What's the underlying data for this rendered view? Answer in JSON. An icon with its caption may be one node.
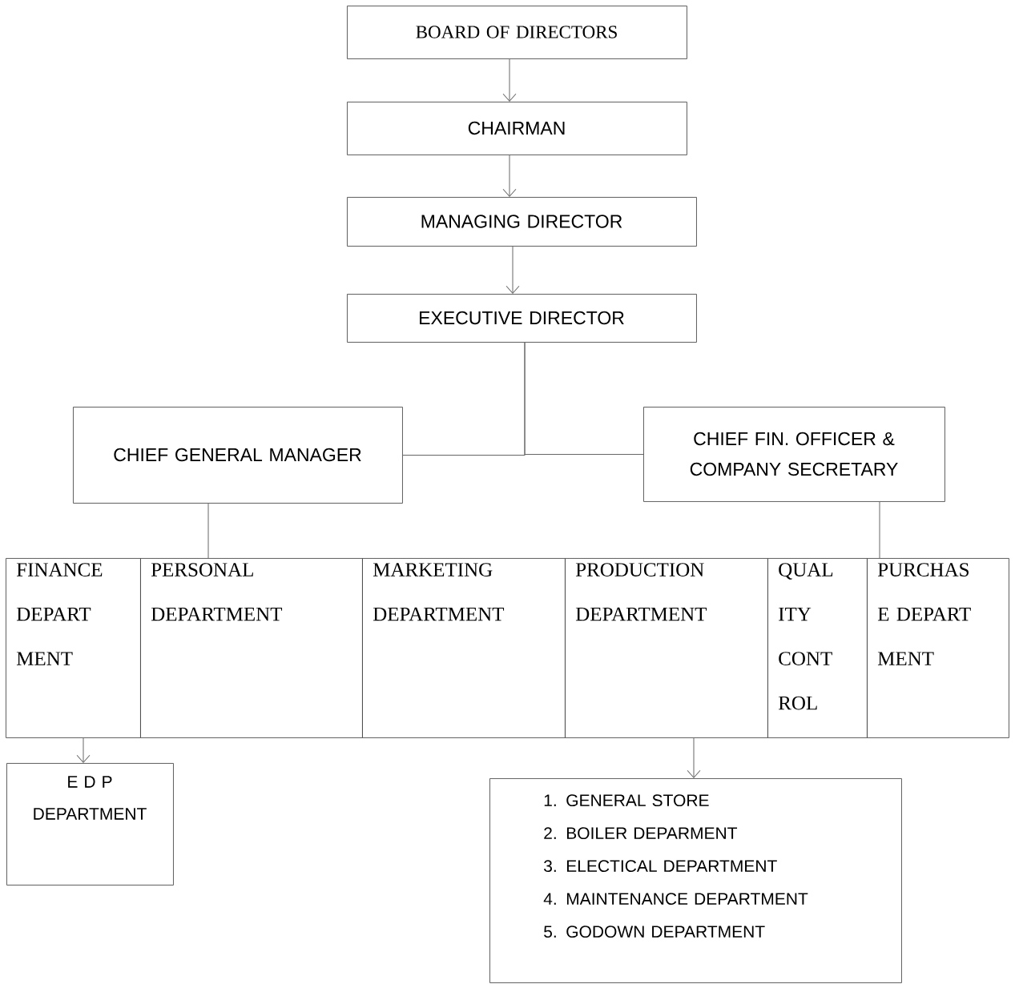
{
  "diagram": {
    "nodes": [
      {
        "text": [
          "BOARD OF DIRECTORS"
        ]
      },
      {
        "text": [
          "CHAIRMAN"
        ]
      },
      {
        "text": [
          "MANAGING DIRECTOR"
        ]
      },
      {
        "text": [
          "EXECUTIVE DIRECTOR"
        ]
      },
      {
        "text": [
          "CHIEF GENERAL MANAGER"
        ]
      },
      {
        "text": [
          "CHIEF FIN. OFFICER & COMPANY SECRETARY"
        ]
      },
      {
        "text": [
          "FINANCE DEPART MENT"
        ]
      },
      {
        "text": [
          "PERSONAL DEPARTMENT"
        ]
      },
      {
        "text": [
          "MARKETING DEPARTMENT"
        ]
      },
      {
        "text": [
          "PRODUCTION DEPARTMENT"
        ]
      },
      {
        "text": [
          "QUAL ITY CONT ROL"
        ]
      },
      {
        "text": [
          "PURCHAS E DEPART MENT"
        ]
      },
      {
        "text": [
          "E D P DEPARTMENT"
        ]
      },
      {
        "text": [
          "1. GENERAL STORE",
          "2. BOILER DEPARMENT",
          "3. ELECTICAL DEPARTMENT",
          "4. MAINTENANCE DEPARTMENT",
          "5. GODOWN DEPARTMENT"
        ]
      }
    ],
    "edges": [
      {
        "from": 0,
        "to": 1,
        "arrow": "to"
      },
      {
        "from": 1,
        "to": 2,
        "arrow": "to"
      },
      {
        "from": 2,
        "to": 3,
        "arrow": "to"
      },
      {
        "from": 3,
        "to": 4,
        "arrow": "none"
      },
      {
        "from": 3,
        "to": 5,
        "arrow": "none"
      },
      {
        "from": 4,
        "to": 7,
        "arrow": "none"
      },
      {
        "from": 5,
        "to": 11,
        "arrow": "none"
      },
      {
        "from": 6,
        "to": 12,
        "arrow": "to"
      },
      {
        "from": 9,
        "to": 13,
        "arrow": "to"
      }
    ]
  }
}
